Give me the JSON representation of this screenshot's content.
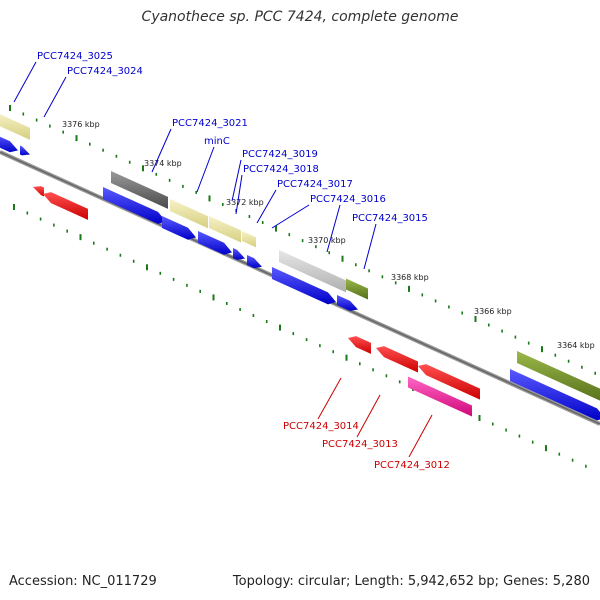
{
  "title": "Cyanothece sp. PCC 7424, complete genome",
  "footer": {
    "accession": "Accession: NC_011729",
    "summary": "Topology: circular; Length: 5,942,652 bp; Genes: 5,280"
  },
  "colors": {
    "backbone": "#888888",
    "tick": "#1a7a1a",
    "plus_label": "#0000cc",
    "minus_label": "#cc0000",
    "blue": "#0000ee",
    "red": "#ee0000",
    "magenta": "#ee1199",
    "olive": "#6f8f1f",
    "pale": "#ece6a0",
    "gray": "#666666",
    "lightgray": "#c8c8c8"
  },
  "scale_labels": [
    "3376 kbp",
    "3374 kbp",
    "3372 kbp",
    "3370 kbp",
    "3368 kbp",
    "3366 kbp",
    "3364 kbp"
  ],
  "plus_gene_labels": [
    "PCC7424_3025",
    "PCC7424_3024",
    "PCC7424_3021",
    "minC",
    "PCC7424_3019",
    "PCC7424_3018",
    "PCC7424_3017",
    "PCC7424_3016",
    "PCC7424_3015"
  ],
  "minus_gene_labels": [
    "PCC7424_3014",
    "PCC7424_3013",
    "PCC7424_3012"
  ]
}
